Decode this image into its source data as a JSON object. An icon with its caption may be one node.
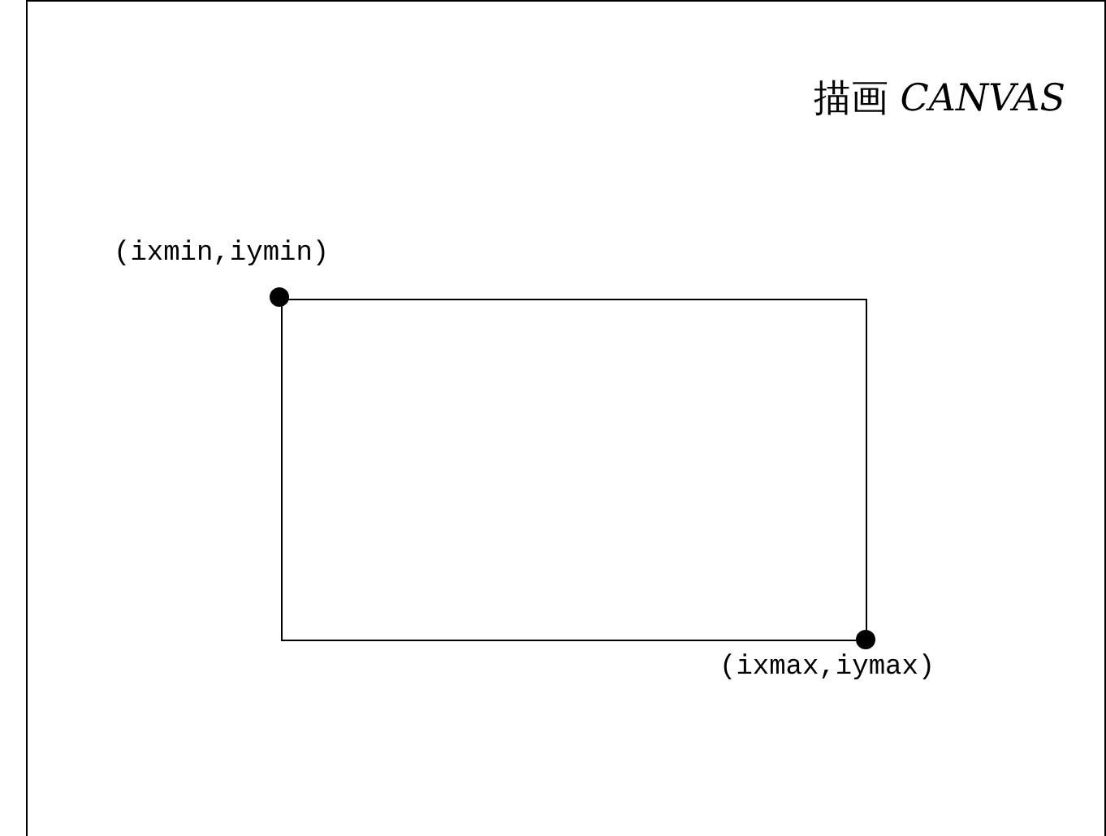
{
  "diagram": {
    "nodes": [
      {
        "text": [
          "描画 *CANVAS*"
        ]
      },
      {
        "text": [],
        "shape": "box",
        "in": 0
      }
    ],
    "labels": [
      "(ixmin,iymin)",
      "(ixmax,iymax)"
    ]
  }
}
